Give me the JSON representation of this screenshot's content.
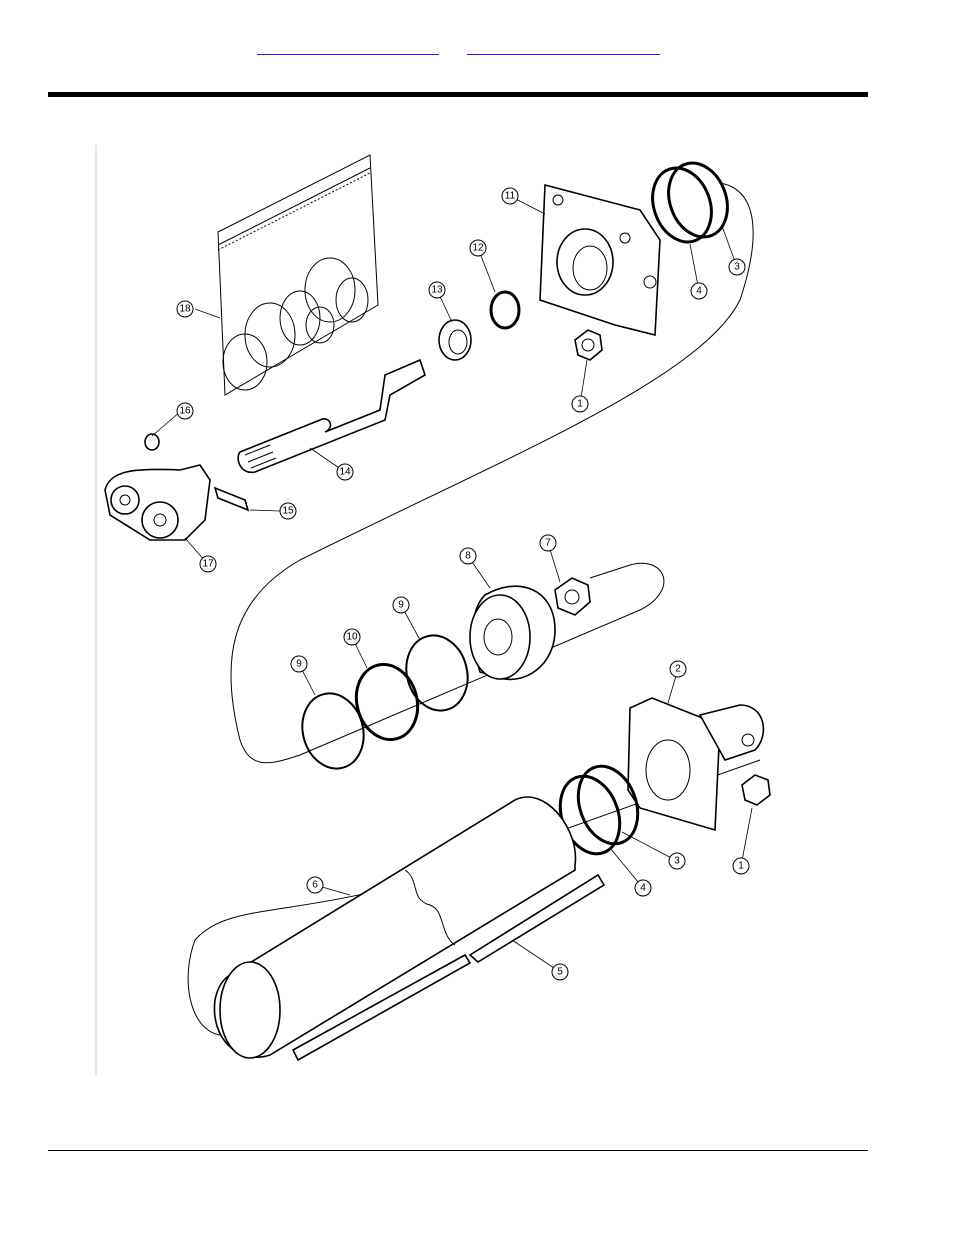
{
  "header": {
    "link_left": "",
    "link_right": ""
  },
  "callouts": [
    {
      "id": "c1a",
      "label": "1"
    },
    {
      "id": "c1b",
      "label": "1"
    },
    {
      "id": "c2",
      "label": "2"
    },
    {
      "id": "c3a",
      "label": "3"
    },
    {
      "id": "c3b",
      "label": "3"
    },
    {
      "id": "c4a",
      "label": "4"
    },
    {
      "id": "c4b",
      "label": "4"
    },
    {
      "id": "c5",
      "label": "5"
    },
    {
      "id": "c6",
      "label": "6"
    },
    {
      "id": "c7",
      "label": "7"
    },
    {
      "id": "c8",
      "label": "8"
    },
    {
      "id": "c9a",
      "label": "9"
    },
    {
      "id": "c9b",
      "label": "9"
    },
    {
      "id": "c10",
      "label": "10"
    },
    {
      "id": "c11",
      "label": "11"
    },
    {
      "id": "c12",
      "label": "12"
    },
    {
      "id": "c13",
      "label": "13"
    },
    {
      "id": "c14",
      "label": "14"
    },
    {
      "id": "c15",
      "label": "15"
    },
    {
      "id": "c16",
      "label": "16"
    },
    {
      "id": "c17",
      "label": "17"
    },
    {
      "id": "c18",
      "label": "18"
    }
  ]
}
